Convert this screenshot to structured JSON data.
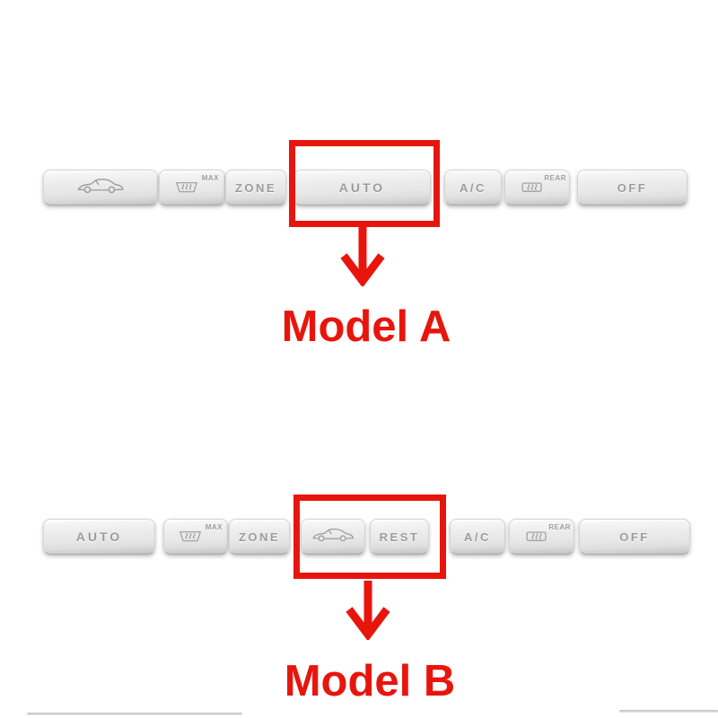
{
  "colors": {
    "highlight_red": "#e8150d",
    "button_label_gray": "#9c9c9c"
  },
  "panel_a": {
    "annotation_label": "Model A",
    "buttons": {
      "recirculation": {
        "icon": "car-side-icon"
      },
      "front_defrost": {
        "icon": "front-defrost-icon",
        "sup": "MAX"
      },
      "zone": {
        "label": "ZONE"
      },
      "auto": {
        "label": "AUTO",
        "highlighted": true
      },
      "ac": {
        "label": "A/C"
      },
      "rear_defrost": {
        "icon": "rear-defrost-icon",
        "sup": "REAR"
      },
      "off": {
        "label": "OFF"
      }
    }
  },
  "panel_b": {
    "annotation_label": "Model B",
    "buttons": {
      "auto": {
        "label": "AUTO"
      },
      "front_defrost": {
        "icon": "front-defrost-icon",
        "sup": "MAX"
      },
      "zone": {
        "label": "ZONE"
      },
      "recirculation": {
        "icon": "car-side-icon",
        "highlighted": true
      },
      "rest": {
        "label": "REST",
        "highlighted": true
      },
      "ac": {
        "label": "A/C"
      },
      "rear_defrost": {
        "icon": "rear-defrost-icon",
        "sup": "REAR"
      },
      "off": {
        "label": "OFF"
      }
    }
  }
}
